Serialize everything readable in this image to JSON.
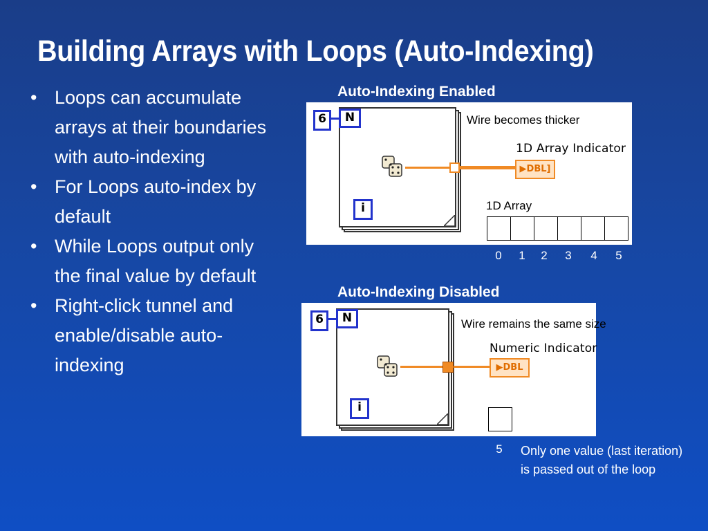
{
  "title": "Building Arrays with Loops (Auto-Indexing)",
  "bullets": [
    "Loops can accumulate arrays at their boundaries with auto-indexing",
    "For Loops auto-index by default",
    "While Loops output only the final value by default",
    "Right-click tunnel and enable/disable auto-indexing"
  ],
  "enabled": {
    "heading": "Auto-Indexing Enabled",
    "count_label": "6",
    "n_label": "N",
    "i_label": "i",
    "note": "Wire becomes thicker",
    "indicator_label": "1D Array Indicator",
    "indicator_type": "DBL",
    "array_label": "1D Array",
    "indices": [
      "0",
      "1",
      "2",
      "3",
      "4",
      "5"
    ]
  },
  "disabled": {
    "heading": "Auto-Indexing Disabled",
    "count_label": "6",
    "n_label": "N",
    "i_label": "i",
    "note": "Wire remains the same size",
    "indicator_label": "Numeric Indicator",
    "indicator_type": "DBL",
    "value_index": "5",
    "caption_line1": "Only one value (last iteration)",
    "caption_line2": "is passed out of the loop"
  },
  "colors": {
    "background_top": "#1a3d88",
    "background_bottom": "#0f4ec4",
    "wire": "#f08a24",
    "terminal_border": "#2233cc"
  }
}
